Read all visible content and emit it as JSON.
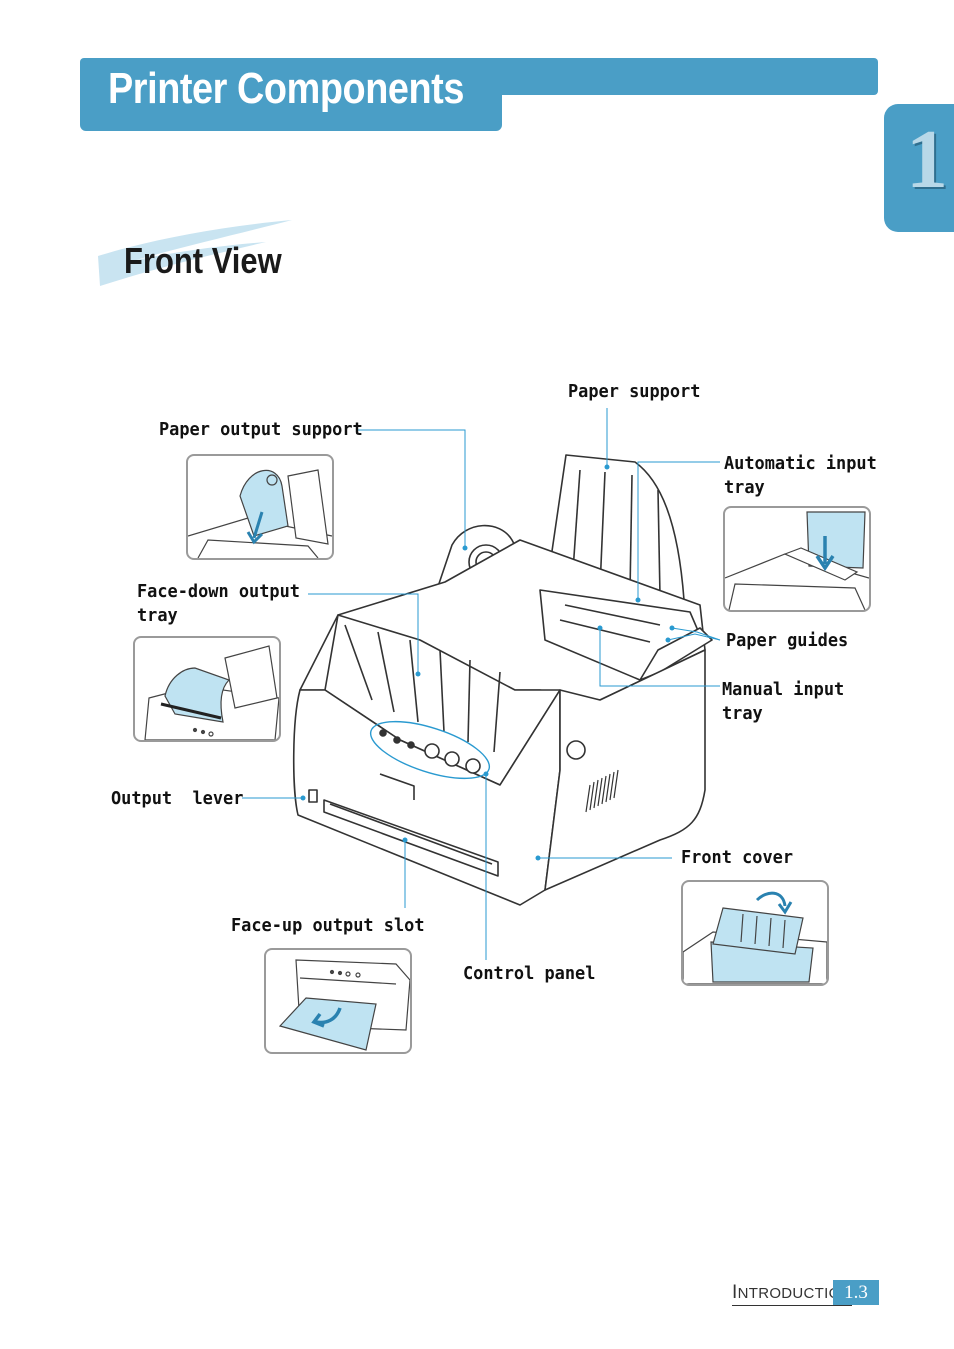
{
  "header": {
    "title": "Printer Components",
    "chapter_number": "1"
  },
  "section": {
    "title": "Front View"
  },
  "labels": {
    "paper_support": "Paper support",
    "paper_output_support": "Paper output support",
    "automatic_input_tray": [
      "Automatic input",
      "tray"
    ],
    "face_down_output_tray": [
      "Face-down output",
      "tray"
    ],
    "paper_guides": "Paper guides",
    "manual_input_tray": [
      "Manual input",
      "tray"
    ],
    "output_lever": "Output  lever",
    "front_cover": "Front cover",
    "face_up_output_slot": "Face-up output slot",
    "control_panel": "Control panel"
  },
  "footer": {
    "section_initial": "I",
    "section_rest": "NTRODUCTION",
    "page_number": "1.3"
  },
  "colors": {
    "accent": "#4a9ec6",
    "callout_line": "#2a9ad0",
    "paper_blue": "#bfe3f2"
  }
}
